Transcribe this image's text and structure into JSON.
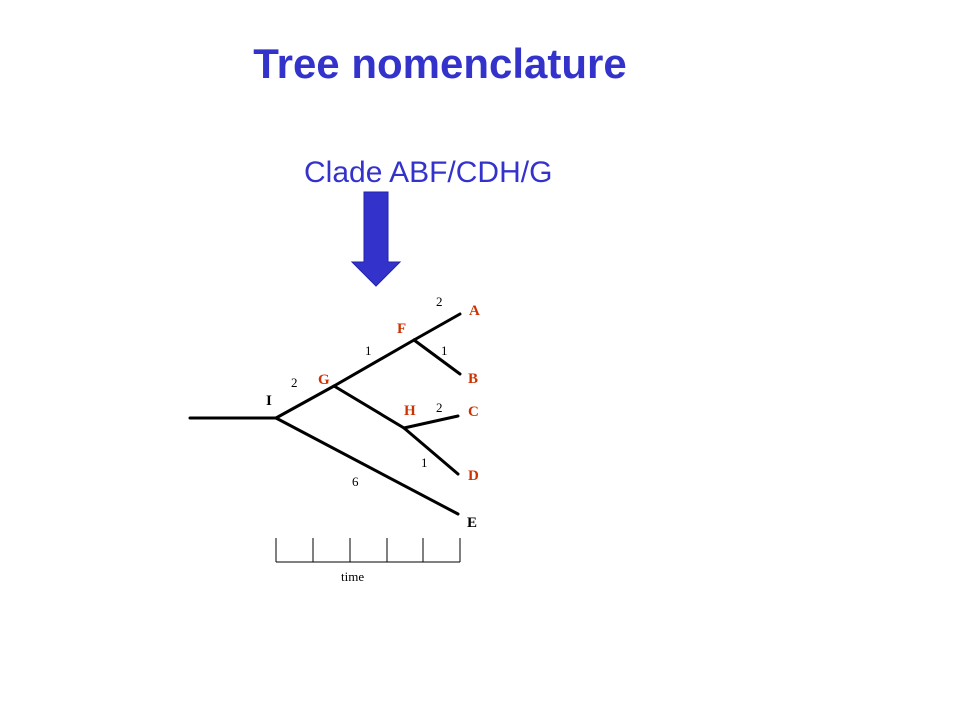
{
  "slide": {
    "title": "Tree nomenclature",
    "subtitle": "Clade ABF/CDH/G"
  },
  "colors": {
    "title": "#3333cc",
    "arrow": "#3333cc",
    "internal_node_label": "#cc3300",
    "leaf_label": "#cc3300",
    "root_label": "#000000",
    "branch": "#000000"
  },
  "tree": {
    "root_label": "I",
    "internal_nodes": [
      "G",
      "F",
      "H"
    ],
    "leaves": [
      "A",
      "B",
      "C",
      "D",
      "E"
    ],
    "branch_lengths": {
      "G": "2",
      "F": "1",
      "A": "2",
      "B": "1",
      "H": "",
      "C": "2",
      "D": "1",
      "E": "6"
    }
  },
  "time_axis": {
    "label": "time",
    "ticks": 6
  },
  "arrow": {
    "icon": "down-arrow-icon"
  }
}
